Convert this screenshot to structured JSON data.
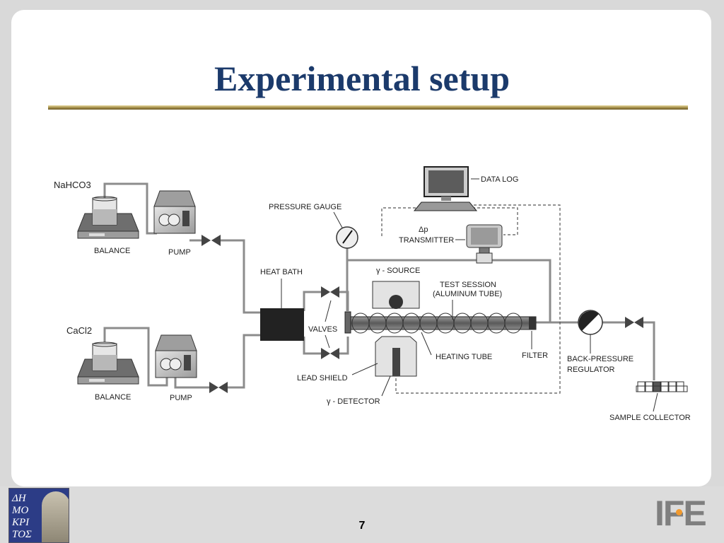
{
  "slide": {
    "title": "Experimental setup",
    "page_number": "7"
  },
  "labels": {
    "nahco3": "NaHCO3",
    "cacl2": "CaCl2",
    "balance_top": "BALANCE",
    "balance_bottom": "BALANCE",
    "pump_top": "PUMP",
    "pump_bottom": "PUMP",
    "heat_bath": "HEAT BATH",
    "valves": "VALVES",
    "pressure_gauge": "PRESSURE GAUGE",
    "dp": "Δp",
    "transmitter": "TRANSMITTER",
    "data_log": "DATA LOG",
    "gamma_source": "γ - SOURCE",
    "test_session_1": "TEST SESSION",
    "test_session_2": "(ALUMINUM TUBE)",
    "heating_tube": "HEATING TUBE",
    "filter": "FILTER",
    "lead_shield": "LEAD SHIELD",
    "gamma_detector": "γ - DETECTOR",
    "bpr_1": "BACK-PRESSURE",
    "bpr_2": "REGULATOR",
    "sample_collector": "SAMPLE COLLECTOR"
  },
  "logos": {
    "left_text": "ΔΗ\nΜΟ\nΚΡΙ\nΤΟΣ",
    "right_text": "IFE"
  },
  "colors": {
    "title": "#1b3a6b",
    "pipe": "#8a8a8a",
    "equipment_dark": "#555555",
    "heat_bath": "#222222"
  }
}
